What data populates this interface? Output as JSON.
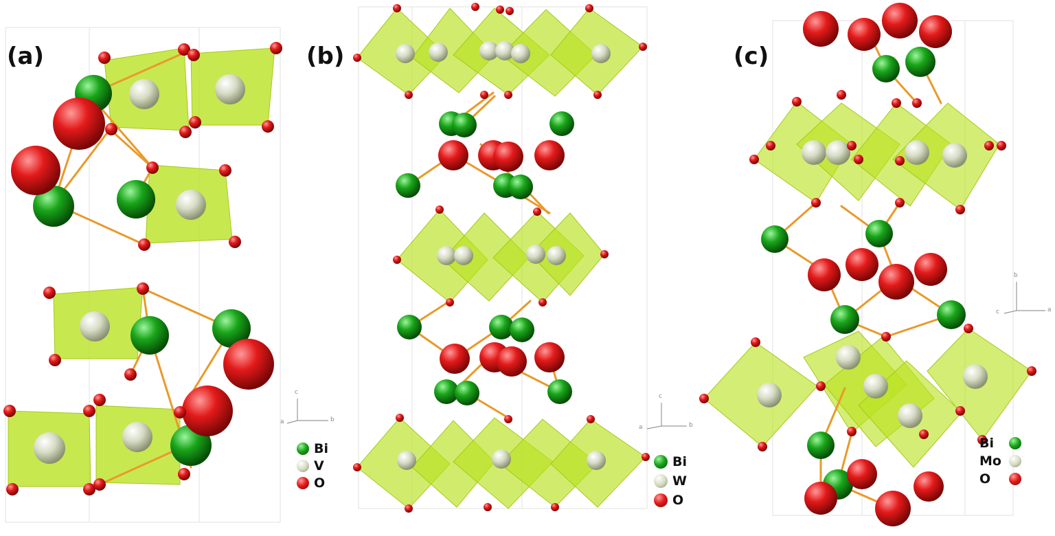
{
  "panels": [
    {
      "label": "(a)",
      "legend": [
        {
          "symbol": "Bi",
          "color": "#1aa51a"
        },
        {
          "symbol": "V",
          "color": "#d6dcc4"
        },
        {
          "symbol": "O",
          "color": "#e31a1a"
        }
      ],
      "axes": {
        "up": "c",
        "left": "a",
        "right": "b"
      }
    },
    {
      "label": "(b)",
      "legend": [
        {
          "symbol": "Bi",
          "color": "#1aa51a"
        },
        {
          "symbol": "W",
          "color": "#d6dcc4"
        },
        {
          "symbol": "O",
          "color": "#e31a1a"
        }
      ],
      "axes": {
        "up": "c",
        "left": "a",
        "right": "b"
      }
    },
    {
      "label": "(c)",
      "legend": [
        {
          "symbol": "Bi",
          "color": "#1aa51a"
        },
        {
          "symbol": "Mo",
          "color": "#d6dcc4"
        },
        {
          "symbol": "O",
          "color": "#e31a1a"
        }
      ],
      "axes": {
        "up": "b",
        "left": "c",
        "right": "a"
      }
    }
  ],
  "colors": {
    "bismuth": "#1aa51a",
    "metal": "#d6dcc4",
    "oxygen": "#e31a1a",
    "polyhedron": "#b9e21f",
    "bond": "#e89a2a",
    "cell_edge": "#dddddd"
  }
}
